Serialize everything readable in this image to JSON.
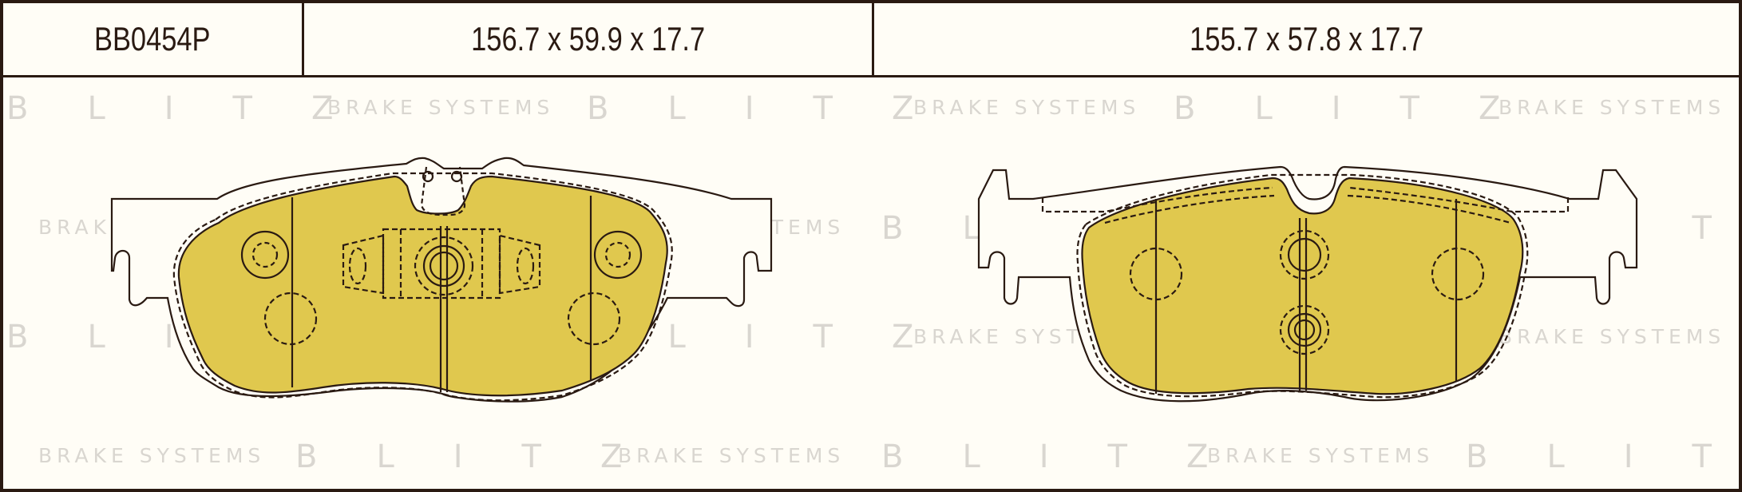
{
  "header": {
    "part_number": "BB0454P",
    "dimensions_left": "156.7 x 59.9 x 17.7",
    "dimensions_right": "155.7 x 57.8 x 17.7"
  },
  "watermark": {
    "brand": "BLITZ",
    "tagline": "BRAKE SYSTEMS"
  },
  "colors": {
    "friction": "#e0c84e",
    "line": "#2a1a12",
    "watermark": "#d9d6d0",
    "background": "#fffdf6"
  }
}
